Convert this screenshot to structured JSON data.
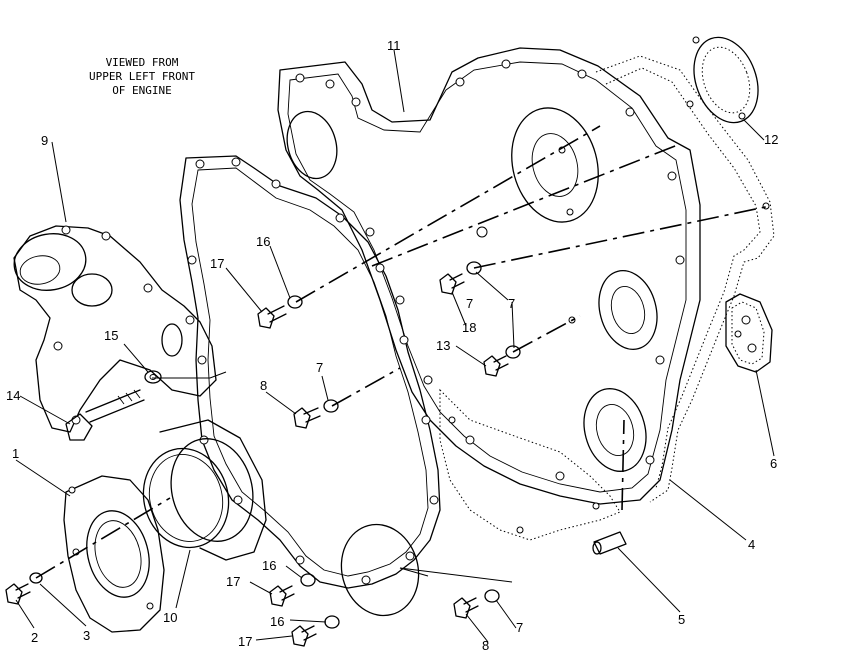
{
  "caption": {
    "line1": "VIEWED FROM",
    "line2": "UPPER LEFT FRONT",
    "line3": "OF ENGINE"
  },
  "callouts": {
    "c1": "1",
    "c2": "2",
    "c3": "3",
    "c4": "4",
    "c5": "5",
    "c6": "6",
    "c7a": "7",
    "c7b": "7",
    "c7c": "7",
    "c7d": "7",
    "c8a": "8",
    "c8b": "8",
    "c9": "9",
    "c10": "10",
    "c11": "11",
    "c12": "12",
    "c13": "13",
    "c14": "14",
    "c15": "15",
    "c16a": "16",
    "c16b": "16",
    "c16c": "16",
    "c17a": "17",
    "c17b": "17",
    "c17c": "17",
    "c18": "18"
  }
}
